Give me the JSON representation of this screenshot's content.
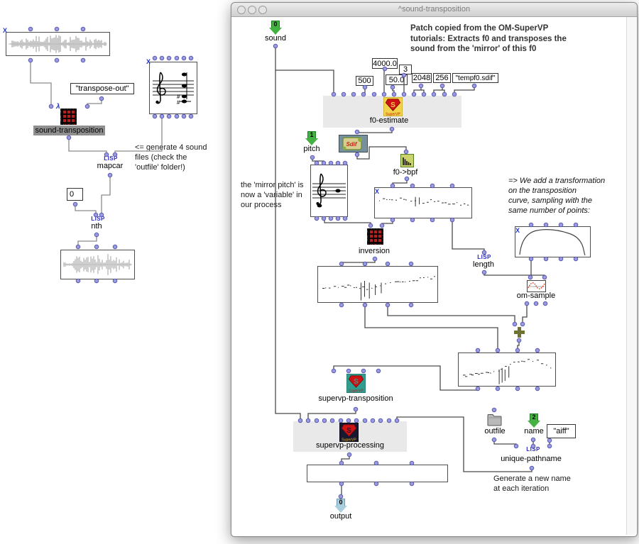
{
  "window": {
    "title": "^sound-transposition"
  },
  "left": {
    "transpose_out": "\"transpose-out\"",
    "sound_transposition": "sound-transposition",
    "lambda": "λ",
    "lisp": "LISP",
    "mapcar": "mapcar",
    "zero": "0",
    "nth": "nth",
    "comment_generate_files": "<= generate 4 sound\nfiles (check the\n'outfile' folder!)"
  },
  "main": {
    "comments": {
      "header": "Patch copied from the OM-SuperVP\ntutorials: Extracts f0 and transposes the\nsound from the 'mirror' of this f0",
      "mirror": "the 'mirror pitch' is\nnow a 'variable' in\nour process",
      "transform": "=> We add a transformation\non the transposition\ncurve, sampling with the\nsame number of points:",
      "newname": "Generate a new name\nat each iteration"
    },
    "inputs": {
      "sound_index": "0",
      "sound": "sound",
      "pitch_index": "1",
      "pitch": "pitch",
      "name_index": "2",
      "name": "name"
    },
    "output_index": "0",
    "output": "output",
    "values": {
      "freq_max": "4000.0",
      "three": "3",
      "five_hundred": "500",
      "fifty": "50.0",
      "windowsize": "2048",
      "step": "256",
      "sdif_file": "\"tempf0.sdif\"",
      "aiff": "\"aiff\""
    },
    "labels": {
      "f0_estimate": "f0-estimate",
      "f0_to_bpf": "f0->bpf",
      "inversion": "inversion",
      "lisp": "LISP",
      "length": "length",
      "om_sample": "om-sample",
      "supervp_transposition": "supervp-transposition",
      "supervp_processing": "supervp-processing",
      "outfile": "outfile",
      "unique_pathname": "unique-pathname"
    },
    "icons": {
      "sdif": "Sdif",
      "supervp": "SuperVP",
      "s": "S"
    }
  }
}
